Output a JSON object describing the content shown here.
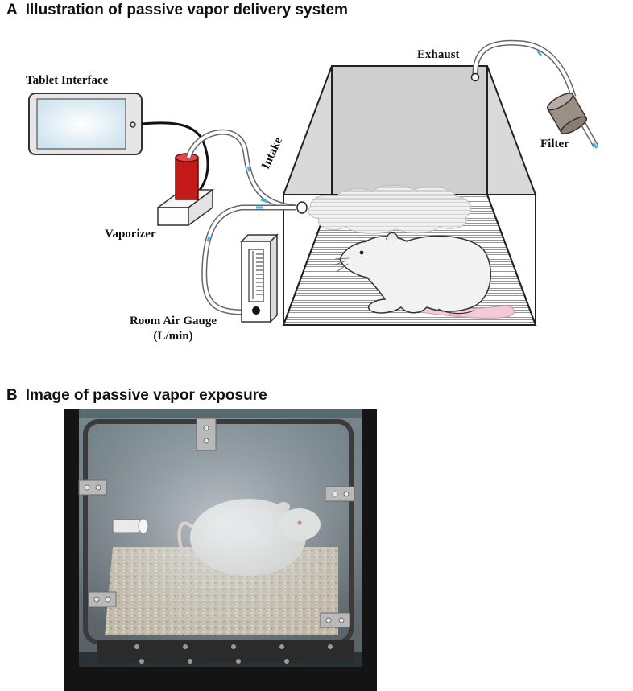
{
  "panel_a": {
    "letter": "A",
    "title": "Illustration of passive vapor delivery system",
    "labels": {
      "tablet": "Tablet Interface",
      "vaporizer": "Vaporizer",
      "gauge_line1": "Room Air Gauge",
      "gauge_line2": "(L/min)",
      "intake": "Intake",
      "exhaust": "Exhaust",
      "filter": "Filter"
    }
  },
  "panel_b": {
    "letter": "B",
    "title": "Image of passive vapor exposure"
  },
  "colors": {
    "vaporizer_red": "#c41a1a",
    "tube_accent": "#3fb6e6",
    "chamber_gray": "#cfcfcf",
    "rat_tail_pink": "#f4c9d8",
    "filter_brown": "#9c8f86"
  }
}
